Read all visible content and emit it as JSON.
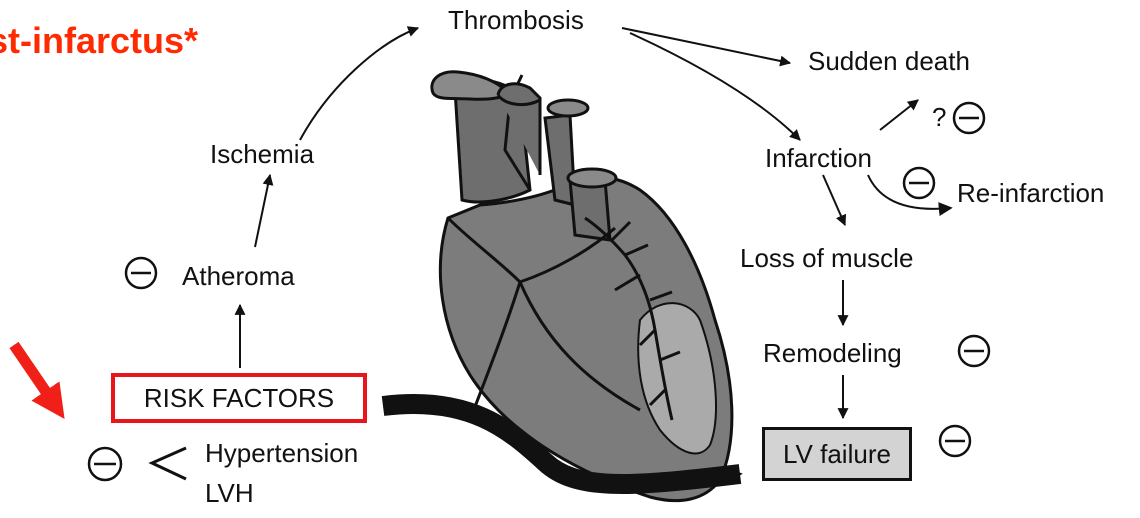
{
  "title": "st-infarctus*",
  "nodes": {
    "thrombosis": "Thrombosis",
    "sudden_death": "Sudden death",
    "infarction": "Infarction",
    "question_mark": "?",
    "re_infarction": "Re-infarction",
    "ischemia": "Ischemia",
    "atheroma": "Atheroma",
    "loss_of_muscle": "Loss of muscle",
    "remodeling": "Remodeling",
    "risk_factors": "RISK FACTORS",
    "lv_failure": "LV failure",
    "hypertension": "Hypertension",
    "lvh": "LVH"
  },
  "colors": {
    "title": "#ff2a00",
    "highlight_box": "#e8161b",
    "pointer_arrow": "#f02018",
    "heart_fill": "#7c7c7c",
    "lv_box_fill": "#d3d3d3",
    "ink": "#111111"
  },
  "icons": {
    "inhibition_symbol": "circled-minus",
    "pointer": "red-arrow",
    "heart": "heart-illustration"
  }
}
